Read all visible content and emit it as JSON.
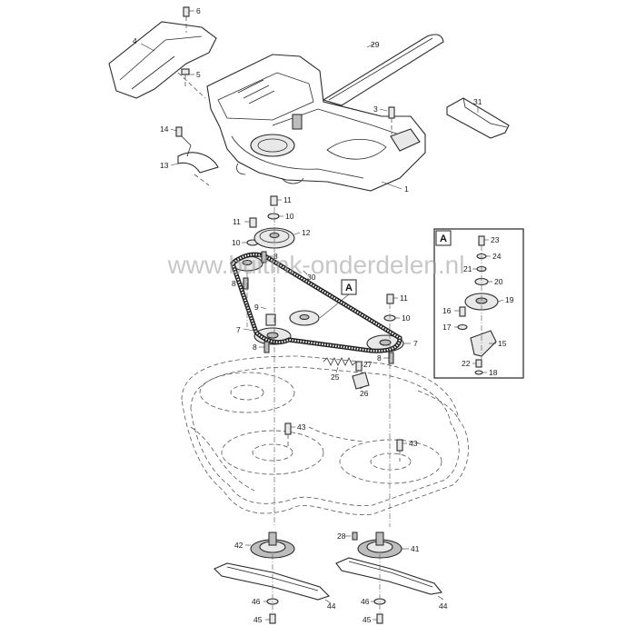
{
  "watermark": "www.buitink-onderdelen.nl",
  "inset": {
    "label": "A"
  },
  "callout_a": "A",
  "parts": [
    {
      "id": "p1",
      "num": "1"
    },
    {
      "id": "p3",
      "num": "3"
    },
    {
      "id": "p4",
      "num": "4"
    },
    {
      "id": "p5",
      "num": "5"
    },
    {
      "id": "p6",
      "num": "6"
    },
    {
      "id": "p7a",
      "num": "7"
    },
    {
      "id": "p7b",
      "num": "7"
    },
    {
      "id": "p8a",
      "num": "8"
    },
    {
      "id": "p8b",
      "num": "8"
    },
    {
      "id": "p8c",
      "num": "8"
    },
    {
      "id": "p8d",
      "num": "8"
    },
    {
      "id": "p9",
      "num": "9"
    },
    {
      "id": "p10a",
      "num": "10"
    },
    {
      "id": "p10b",
      "num": "10"
    },
    {
      "id": "p10c",
      "num": "10"
    },
    {
      "id": "p11a",
      "num": "11"
    },
    {
      "id": "p11b",
      "num": "11"
    },
    {
      "id": "p11c",
      "num": "11"
    },
    {
      "id": "p12",
      "num": "12"
    },
    {
      "id": "p13",
      "num": "13"
    },
    {
      "id": "p14",
      "num": "14"
    },
    {
      "id": "p15",
      "num": "15"
    },
    {
      "id": "p16",
      "num": "16"
    },
    {
      "id": "p17",
      "num": "17"
    },
    {
      "id": "p18",
      "num": "18"
    },
    {
      "id": "p19",
      "num": "19"
    },
    {
      "id": "p20",
      "num": "20"
    },
    {
      "id": "p21",
      "num": "21"
    },
    {
      "id": "p22",
      "num": "22"
    },
    {
      "id": "p23",
      "num": "23"
    },
    {
      "id": "p24",
      "num": "24"
    },
    {
      "id": "p25",
      "num": "25"
    },
    {
      "id": "p26",
      "num": "26"
    },
    {
      "id": "p27",
      "num": "27"
    },
    {
      "id": "p28",
      "num": "28"
    },
    {
      "id": "p29",
      "num": "29"
    },
    {
      "id": "p30",
      "num": "30"
    },
    {
      "id": "p31",
      "num": "31"
    },
    {
      "id": "p41",
      "num": "41"
    },
    {
      "id": "p42",
      "num": "42"
    },
    {
      "id": "p43a",
      "num": "43"
    },
    {
      "id": "p43b",
      "num": "43"
    },
    {
      "id": "p44a",
      "num": "44"
    },
    {
      "id": "p44b",
      "num": "44"
    },
    {
      "id": "p45a",
      "num": "45"
    },
    {
      "id": "p45b",
      "num": "45"
    },
    {
      "id": "p46a",
      "num": "46"
    },
    {
      "id": "p46b",
      "num": "46"
    }
  ]
}
